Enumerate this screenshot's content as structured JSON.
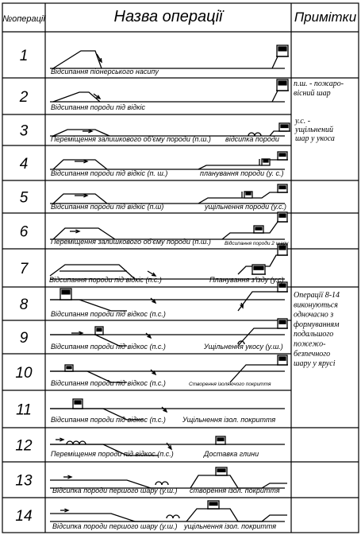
{
  "header": {
    "col_number": "№операції",
    "col_name": "Назва операції",
    "col_notes": "Примітки"
  },
  "rows": [
    {
      "num": "1",
      "captions": [
        "Відсипання піонерського насипу"
      ]
    },
    {
      "num": "2",
      "captions": [
        "Відсипання породи під відкіс"
      ]
    },
    {
      "num": "3",
      "captions": [
        "Переміщення залишкового об'єму породи (п.ш.)",
        "відсипка породи"
      ]
    },
    {
      "num": "4",
      "captions": [
        "Відсипання породи під відкіс (п. ш.)",
        "планування породи (у. с.)"
      ]
    },
    {
      "num": "5",
      "captions": [
        "Відсипання породи під відкіс (п.ш)",
        "ущільнення породи (у.с.)"
      ]
    },
    {
      "num": "6",
      "captions": [
        "Переміщення залишкового об'єму породи (п.ш.)",
        "Відсипання породи 2 шару"
      ]
    },
    {
      "num": "7",
      "captions": [
        "Відсипання породи під відкіс (п.с.)",
        "Планування з'їзду (у.с)"
      ]
    },
    {
      "num": "8",
      "captions": [
        "Відсипання породи під відкос (п.с.)"
      ]
    },
    {
      "num": "9",
      "captions": [
        "Відсипання породи під відкос (п.с.)",
        "Ущільнення укосу (у.ш.)"
      ]
    },
    {
      "num": "10",
      "captions": [
        "Відсипання породи під відкос (п.с.)",
        "Створення ізоляючого покриття"
      ]
    },
    {
      "num": "11",
      "captions": [
        "Відсипання породи під відкос (п.с.)",
        "Ущільнення ізол. покриття"
      ]
    },
    {
      "num": "12",
      "captions": [
        "Переміщення породи під відкос (п.с.)",
        "Доставка глини"
      ]
    },
    {
      "num": "13",
      "captions": [
        "Відсипка породи першого шару (у.ш.)",
        "створення ізол. покриття"
      ]
    },
    {
      "num": "14",
      "captions": [
        "Відсипка породи першого шару (у.ш.)",
        "ущільнення ізол. покриття"
      ]
    }
  ],
  "notes": {
    "n1": [
      "п.ш. - пожаро-",
      "вісний шар"
    ],
    "n2": [
      "у.с. -",
      "ущільнений",
      "шар у укоса"
    ],
    "n3": [
      "Операції 8-14",
      "виконуються",
      "одночасно з",
      "формуванням",
      "подальшого",
      "пожежо-",
      "безпечного",
      "шару у ярусі"
    ]
  }
}
